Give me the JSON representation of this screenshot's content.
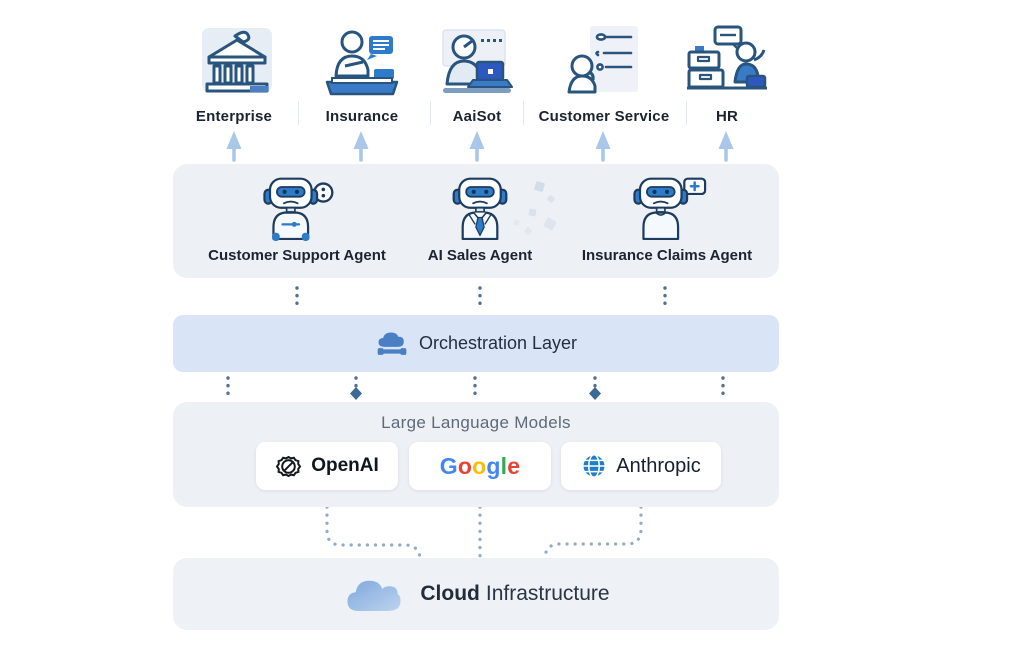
{
  "categories": [
    {
      "label": "Enterprise",
      "icon": "bank-icon"
    },
    {
      "label": "Insurance",
      "icon": "insurance-desk-icon"
    },
    {
      "label": "AaiSot",
      "icon": "person-laptop-icon"
    },
    {
      "label": "Customer Service",
      "icon": "checklist-person-icon"
    },
    {
      "label": "HR",
      "icon": "hr-cabinet-icon"
    }
  ],
  "agents_layer": {
    "agents": [
      {
        "label": "Customer Support Agent",
        "icon": "support-robot-icon"
      },
      {
        "label": "AI Sales Agent",
        "icon": "sales-robot-icon"
      },
      {
        "label": "Insurance Claims Agent",
        "icon": "claims-robot-icon"
      }
    ]
  },
  "orchestration_layer": {
    "label": "Orchestration Layer",
    "icon": "network-hub-icon"
  },
  "llm_layer": {
    "title": "Large Language Models",
    "providers": [
      {
        "name": "OpenAI",
        "icon": "openai-logo-icon"
      },
      {
        "name": "Google",
        "icon": "google-wordmark",
        "letters": [
          "G",
          "o",
          "o",
          "g",
          "l",
          "e"
        ],
        "letter_colors": [
          "#4285F4",
          "#EA4335",
          "#FBBC05",
          "#4285F4",
          "#34A853",
          "#EA4335"
        ]
      },
      {
        "name": "Anthropic",
        "icon": "globe-icon"
      }
    ]
  },
  "cloud_layer": {
    "bold": "Cloud",
    "regular": "Infrastructure",
    "icon": "cloud-icon"
  },
  "colors": {
    "band_gray": "#edf0f5",
    "band_blue": "#d9e5f6",
    "cloud_band": "#eef1f6",
    "arrow_blue": "#a9c7e9",
    "dot_blue": "#53718f",
    "icon_blue": "#2e7bc9",
    "icon_outline": "#1d3c5e",
    "anthropic_globe": "#1e7ec8"
  }
}
